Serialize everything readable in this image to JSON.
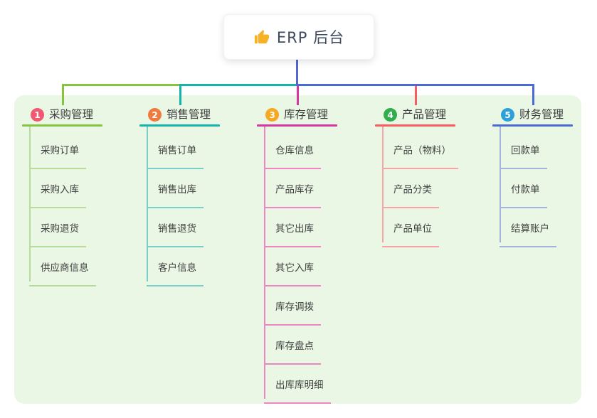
{
  "root": {
    "label": "ERP 后台",
    "icon": "thumbs-up-icon",
    "icon_color": "#f6b125"
  },
  "canvas": {
    "background": "#ffffff",
    "panel_background": "#eaf7e5",
    "stem_color": "#5468d0",
    "text_color": "#3b3b3b"
  },
  "branches": [
    {
      "number": "1",
      "label": "采购管理",
      "badge_color": "#f25872",
      "line_color": "#85c341",
      "child_line_color": "#b7db9a",
      "children": [
        "采购订单",
        "采购入库",
        "采购退货",
        "供应商信息"
      ]
    },
    {
      "number": "2",
      "label": "销售管理",
      "badge_color": "#f07a3d",
      "line_color": "#16b3ab",
      "child_line_color": "#7bcfc9",
      "children": [
        "销售订单",
        "销售出库",
        "销售退货",
        "客户信息"
      ]
    },
    {
      "number": "3",
      "label": "库存管理",
      "badge_color": "#f7a823",
      "line_color": "#d23a9f",
      "child_line_color": "#ee85c4",
      "children": [
        "仓库信息",
        "产品库存",
        "其它出库",
        "其它入库",
        "库存调拨",
        "库存盘点",
        "出库库明细"
      ]
    },
    {
      "number": "4",
      "label": "产品管理",
      "badge_color": "#30ad4d",
      "line_color": "#f75c5f",
      "child_line_color": "#f8a3a6",
      "children": [
        "产品（物料）",
        "产品分类",
        "产品单位"
      ]
    },
    {
      "number": "5",
      "label": "财务管理",
      "badge_color": "#2ba0db",
      "line_color": "#4a6bd4",
      "child_line_color": "#a3b4dd",
      "children": [
        "回款单",
        "付款单",
        "结算账户"
      ]
    }
  ]
}
